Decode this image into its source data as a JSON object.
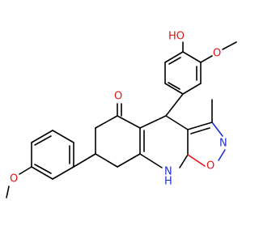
{
  "colors": {
    "background": "#ffffff",
    "bond": "#000000",
    "oxygen": "#e01414",
    "nitrogen": "#1f2fd0"
  },
  "labels": {
    "hydroxyl": "HO",
    "methoxy_top": "O",
    "methyl": "methyl",
    "ketone": "O",
    "isoxazole_n": "N",
    "isoxazole_o": "O",
    "amine": "H\nN",
    "methoxy_bottom": "O"
  },
  "atoms": {
    "HO": "HO",
    "O_top": "O",
    "O_ketone": "O",
    "N_isox": "N",
    "O_isox": "O",
    "NH_H": "H",
    "NH_N": "N",
    "O_bottom": "O"
  }
}
